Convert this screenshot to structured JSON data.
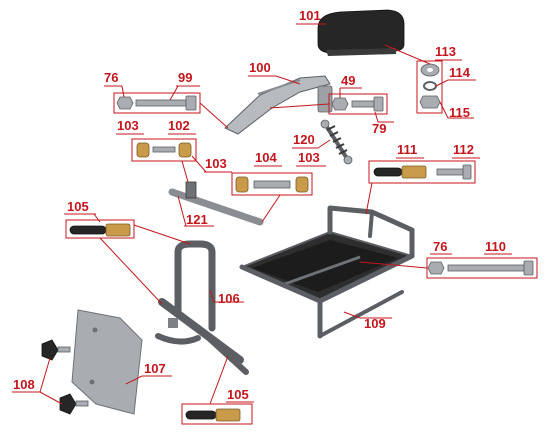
{
  "part_labels": {
    "p76a": "76",
    "p99": "99",
    "p100": "100",
    "p101": "101",
    "p113": "113",
    "p114": "114",
    "p115": "115",
    "p49": "49",
    "p79": "79",
    "p103a": "103",
    "p102": "102",
    "p103b": "103",
    "p104": "104",
    "p103c": "103",
    "p120": "120",
    "p111": "111",
    "p112": "112",
    "p121": "121",
    "p105a": "105",
    "p76b": "76",
    "p110": "110",
    "p106": "106",
    "p109": "109",
    "p108": "108",
    "p107": "107",
    "p105b": "105"
  },
  "colors": {
    "label": "#c4161c",
    "steel_frame": "#5b5e63",
    "brass": "#c99a4a",
    "seat": "#262626"
  }
}
